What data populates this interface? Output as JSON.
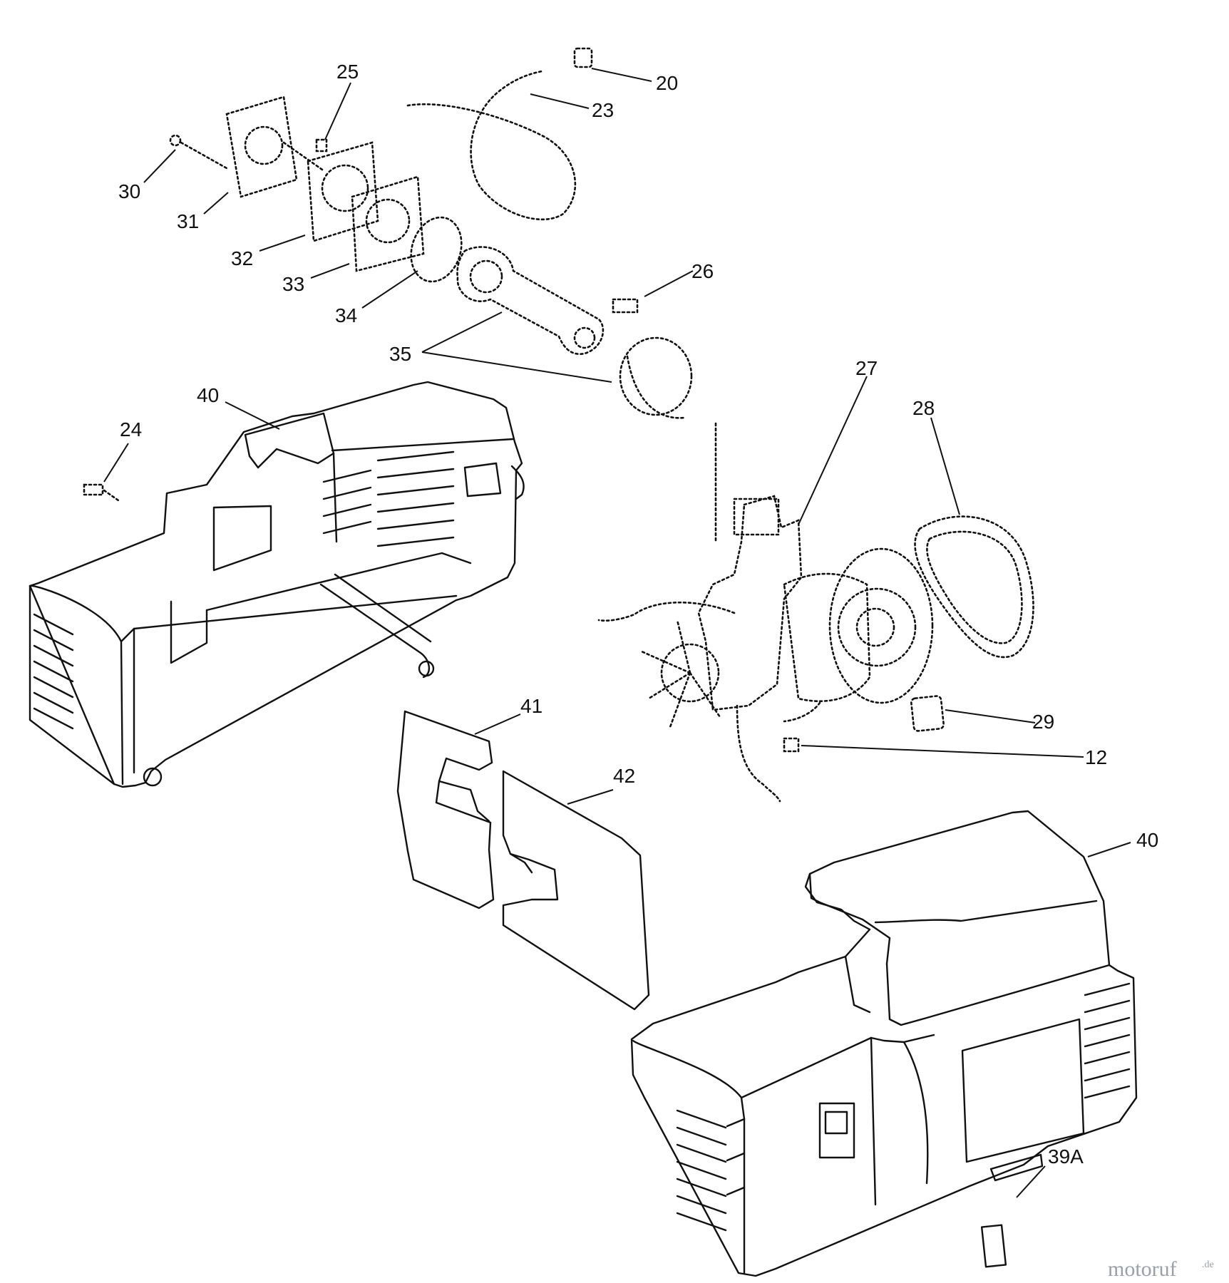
{
  "callouts": [
    {
      "id": "20",
      "text": "20"
    },
    {
      "id": "23",
      "text": "23"
    },
    {
      "id": "25",
      "text": "25"
    },
    {
      "id": "30",
      "text": "30"
    },
    {
      "id": "31",
      "text": "31"
    },
    {
      "id": "32",
      "text": "32"
    },
    {
      "id": "33",
      "text": "33"
    },
    {
      "id": "34",
      "text": "34"
    },
    {
      "id": "26",
      "text": "26"
    },
    {
      "id": "35",
      "text": "35"
    },
    {
      "id": "27",
      "text": "27"
    },
    {
      "id": "28",
      "text": "28"
    },
    {
      "id": "24",
      "text": "24"
    },
    {
      "id": "40a",
      "text": "40"
    },
    {
      "id": "41",
      "text": "41"
    },
    {
      "id": "42",
      "text": "42"
    },
    {
      "id": "29",
      "text": "29"
    },
    {
      "id": "12",
      "text": "12"
    },
    {
      "id": "40b",
      "text": "40"
    },
    {
      "id": "39a",
      "text": "39A"
    }
  ],
  "watermark": {
    "brand": "motoruf",
    "tld": ".de"
  }
}
